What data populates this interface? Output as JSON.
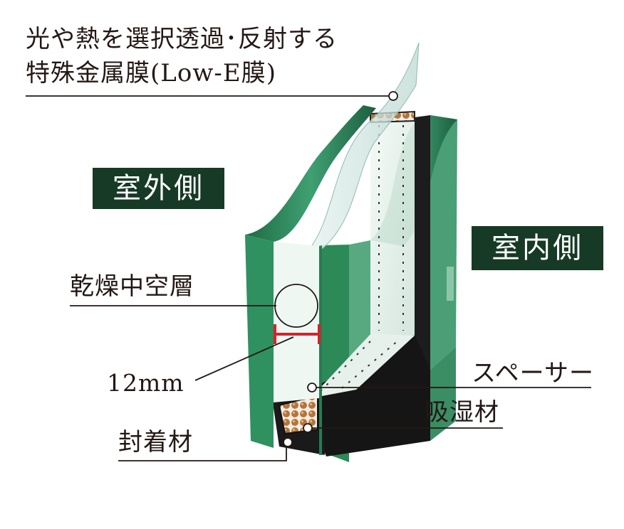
{
  "labels": {
    "lowe_line1": "光や熱を選択透過･反射する",
    "lowe_line2": "特殊金属膜(Low-E膜)",
    "outdoor": "室外側",
    "indoor": "室内側",
    "air_layer": "乾燥中空層",
    "gap": "12mm",
    "spacer": "スペーサー",
    "desiccant": "吸湿材",
    "sealant": "封着材"
  },
  "colors": {
    "glass_front": "#2f8e5c",
    "glass_dark": "#1f5f42",
    "glass_top": "#3f9b6e",
    "glass_light": "#ddeee6",
    "tag_bg": "#163a25",
    "dimension": "#d4232b",
    "frame": "#1a1a1a",
    "desiccant": "#b5743c"
  }
}
